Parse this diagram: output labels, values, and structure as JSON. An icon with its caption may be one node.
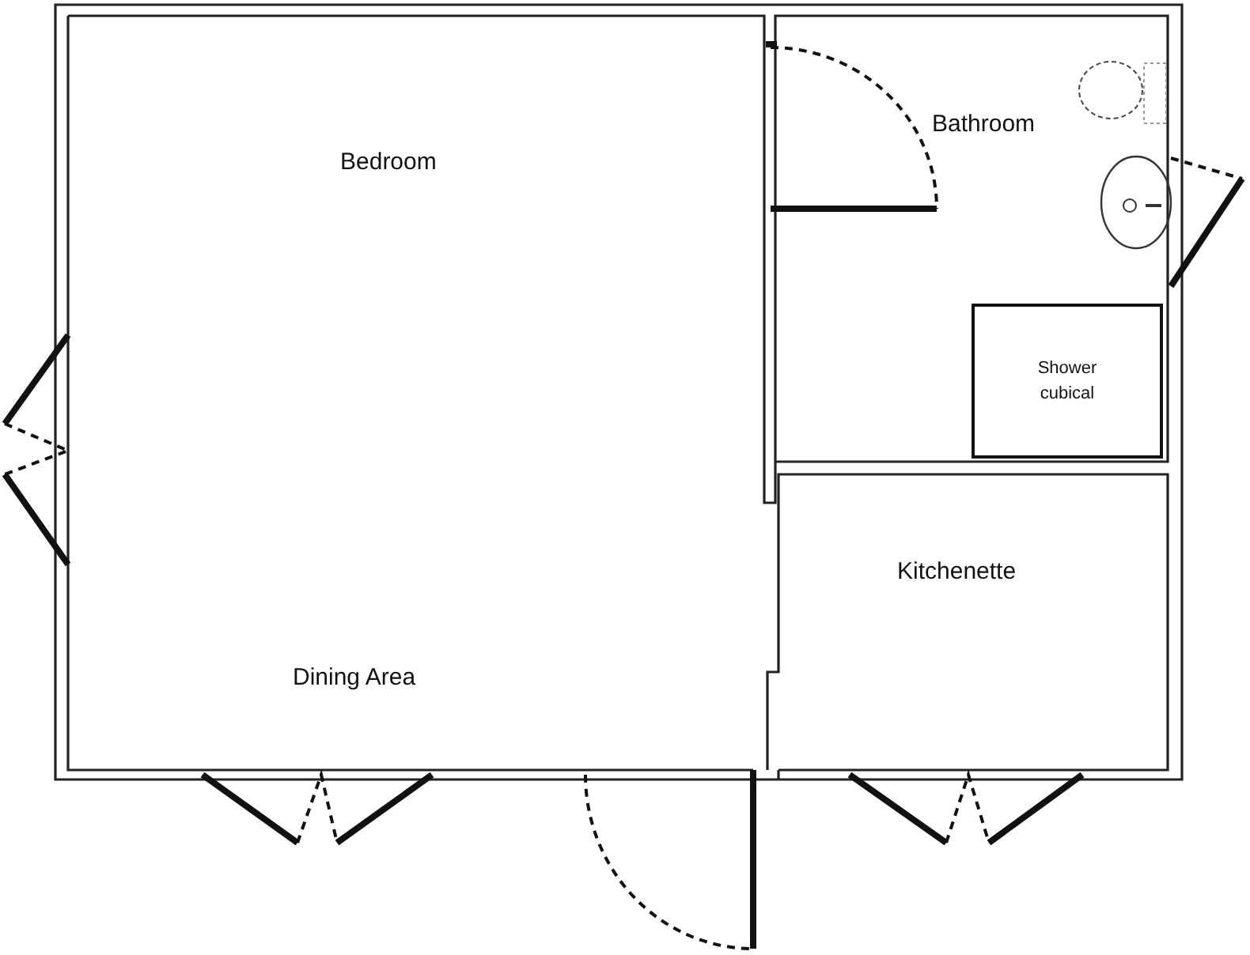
{
  "diagram": {
    "nodes": [
      {
        "text": [
          "Shower cubical"
        ]
      }
    ],
    "labels": [
      "Bedroom",
      "Bathroom",
      "Kitchenette",
      "Dining Area"
    ]
  }
}
